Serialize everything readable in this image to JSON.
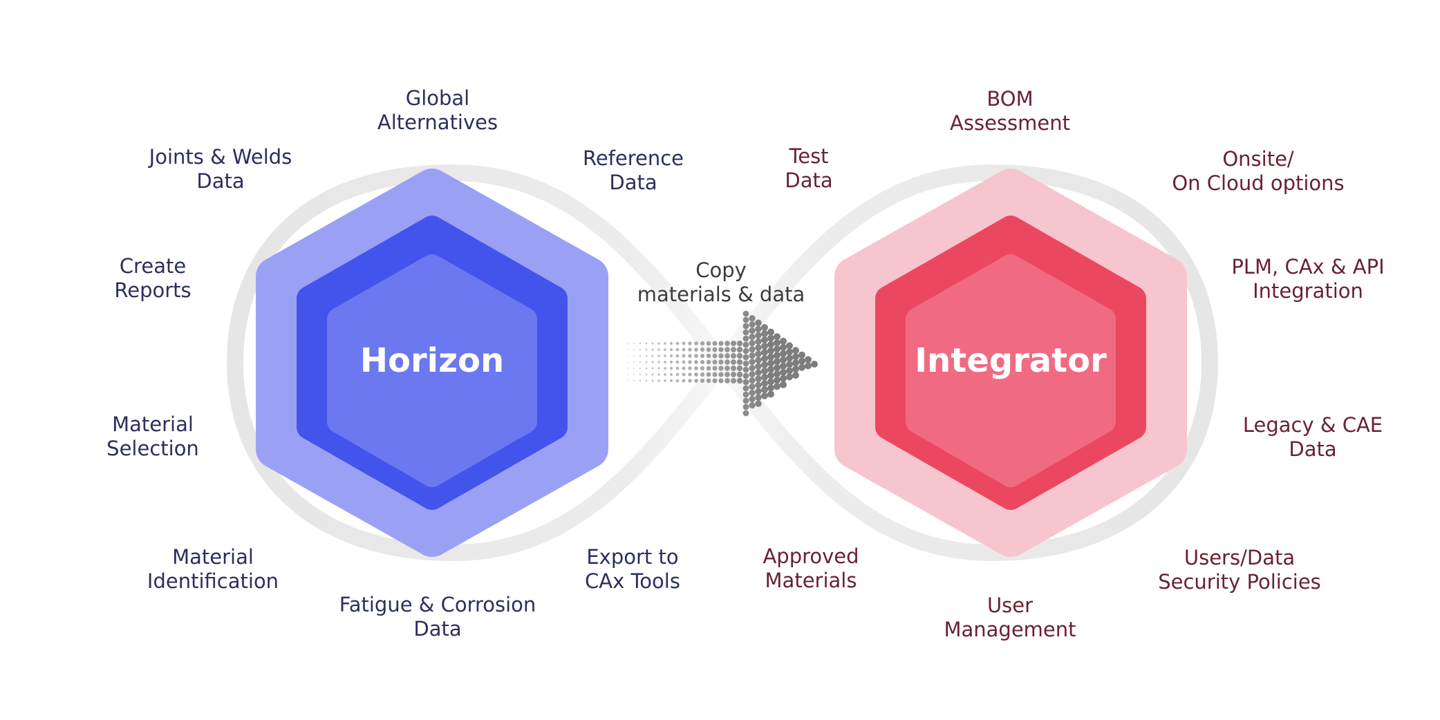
{
  "horizon": {
    "title": "Horizon",
    "features": [
      {
        "id": "global-alternatives",
        "lines": [
          "Global",
          "Alternatives"
        ]
      },
      {
        "id": "reference-data",
        "lines": [
          "Reference",
          "Data"
        ]
      },
      {
        "id": "joints-welds-data",
        "lines": [
          "Joints & Welds",
          "Data"
        ]
      },
      {
        "id": "create-reports",
        "lines": [
          "Create",
          "Reports"
        ]
      },
      {
        "id": "material-selection",
        "lines": [
          "Material",
          "Selection"
        ]
      },
      {
        "id": "material-identification",
        "lines": [
          "Material",
          "Identification"
        ]
      },
      {
        "id": "fatigue-corrosion-data",
        "lines": [
          "Fatigue & Corrosion",
          "Data"
        ]
      },
      {
        "id": "export-to-cax-tools",
        "lines": [
          "Export to",
          "CAx Tools"
        ]
      }
    ],
    "colors": {
      "outer": "#9aa1f5",
      "middle": "#4354ec",
      "inner": "#6b78ef",
      "text": "#2b2f5e"
    }
  },
  "integrator": {
    "title": "Integrator",
    "features": [
      {
        "id": "bom-assessment",
        "lines": [
          "BOM",
          "Assessment"
        ]
      },
      {
        "id": "test-data",
        "lines": [
          "Test",
          "Data"
        ]
      },
      {
        "id": "onsite-cloud-options",
        "lines": [
          "Onsite/",
          "On Cloud options"
        ]
      },
      {
        "id": "plm-cax-api-integration",
        "lines": [
          "PLM, CAx & API",
          "Integration"
        ]
      },
      {
        "id": "legacy-cae-data",
        "lines": [
          "Legacy & CAE",
          "Data"
        ]
      },
      {
        "id": "users-data-security-policies",
        "lines": [
          "Users/Data",
          "Security Policies"
        ]
      },
      {
        "id": "user-management",
        "lines": [
          "User",
          "Management"
        ]
      },
      {
        "id": "approved-materials",
        "lines": [
          "Approved",
          "Materials"
        ]
      }
    ],
    "colors": {
      "outer": "#f7c5cd",
      "middle": "#ec4760",
      "inner": "#f06b82",
      "text": "#6a2131"
    }
  },
  "transfer": {
    "lines": [
      "Copy",
      "materials & data"
    ],
    "arrow_icon": "dotted-arrow-right-icon",
    "arrow_color": "#7d7d7d"
  },
  "loop_color": "#e8e8e8"
}
